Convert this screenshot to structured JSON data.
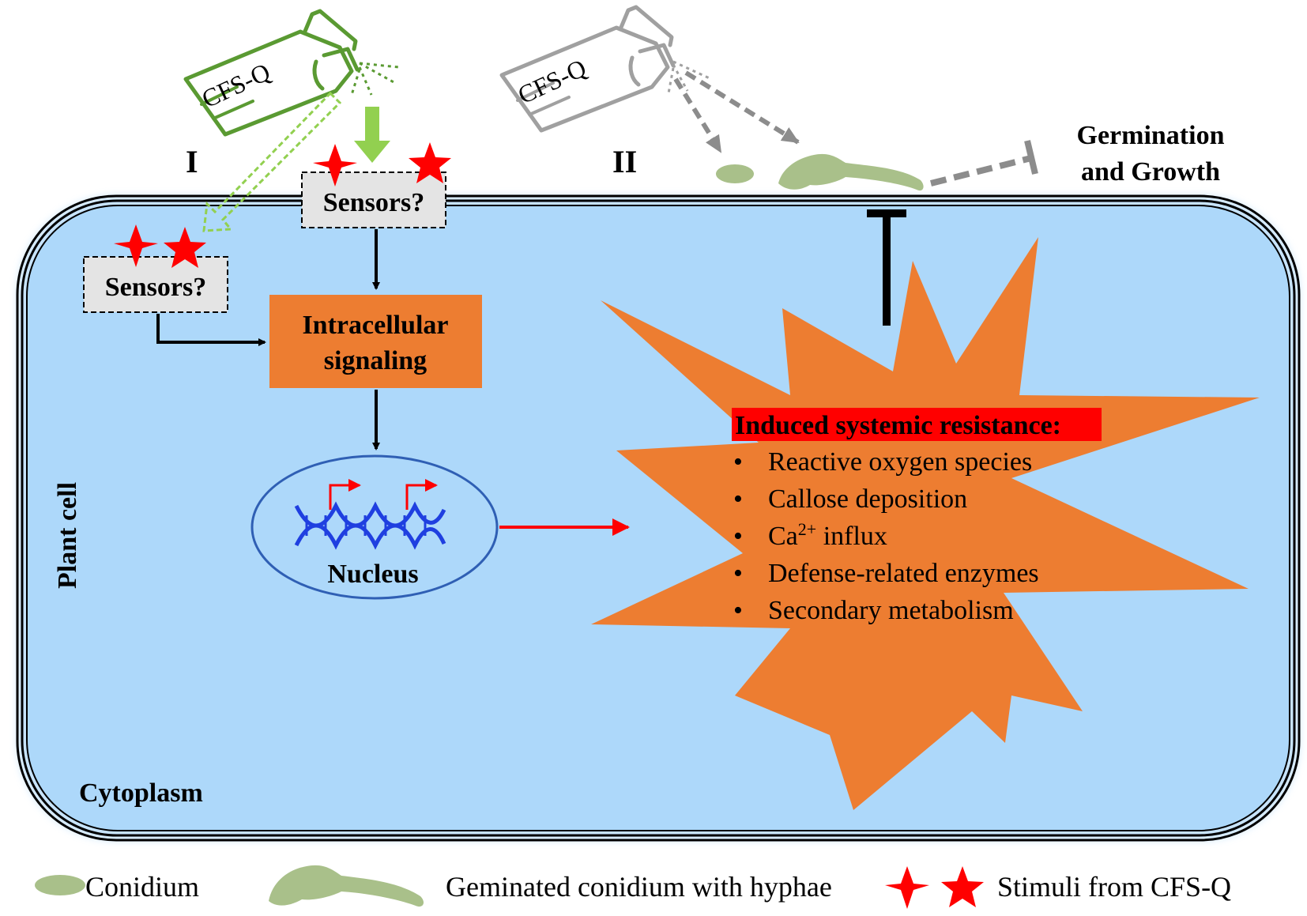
{
  "sprayer_active_label": "CFS-Q",
  "sprayer_inactive_label": "CFS-Q",
  "mode_one_label": "I",
  "mode_two_label": "II",
  "sensor_top_label": "Sensors?",
  "sensor_left_label": "Sensors?",
  "signaling": {
    "line1": "Intracellular",
    "line2": "signaling"
  },
  "nucleus_label": "Nucleus",
  "plant_cell_label": "Plant cell",
  "cytoplasm_label": "Cytoplasm",
  "germination": {
    "line1": "Germination",
    "line2": "and Growth"
  },
  "isr": {
    "title": "Induced systemic resistance:",
    "bullet": "•",
    "items": {
      "ros": "Reactive oxygen species",
      "callose": "Callose deposition",
      "ca_prefix": "Ca",
      "ca_sup": "2+",
      "ca_suffix": " influx",
      "enzymes": "Defense-related enzymes",
      "metabolism": "Secondary metabolism"
    }
  },
  "legend": {
    "conidium": "Conidium",
    "germinated": "Geminated conidium with hyphae",
    "stimuli": "Stimuli from CFS-Q"
  },
  "colors": {
    "cell_fill": "#add8fa",
    "orange": "#ed7d31",
    "star_red": "#ff0000",
    "isr_title_bg": "#ff0000",
    "active_green": "#5a9a32",
    "light_green": "#92d050",
    "conidium_green": "#a9c08a",
    "inactive_gray": "#a0a0a0",
    "dna_blue": "#1f3fe0"
  }
}
